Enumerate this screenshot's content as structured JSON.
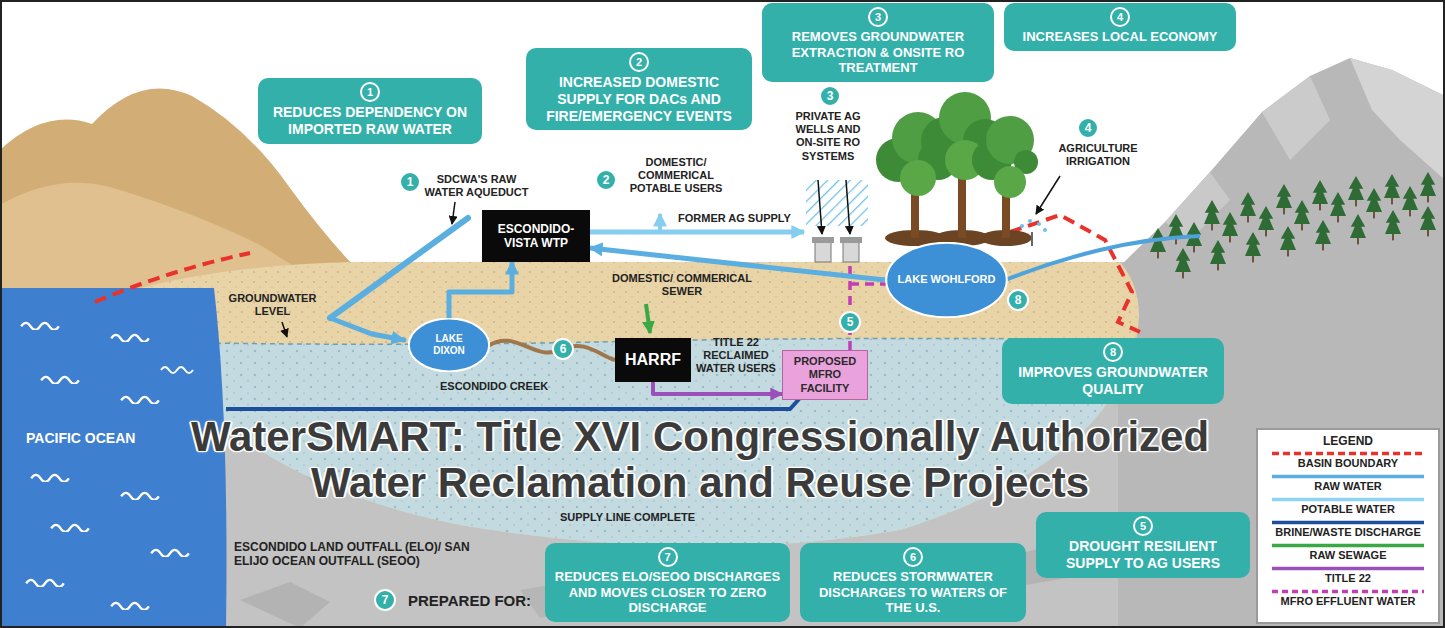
{
  "diagram": {
    "title": "WaterSMART: Title XVI Congressionally Authorized Water Reclamation and Reuse Projects",
    "nodes": [
      {
        "text": [
          "1",
          "REDUCES DEPENDENCY ON IMPORTED RAW WATER"
        ]
      },
      {
        "text": [
          "2",
          "INCREASED DOMESTIC SUPPLY FOR DACs AND FIRE/EMERGENCY EVENTS"
        ]
      },
      {
        "text": [
          "3",
          "REMOVES GROUNDWATER EXTRACTION & ONSITE RO TREATMENT"
        ]
      },
      {
        "text": [
          "4",
          "INCREASES LOCAL ECONOMY"
        ]
      },
      {
        "text": [
          "ESCONDIDO-VISTA WTP"
        ]
      },
      {
        "text": [
          "LAKE DIXON"
        ]
      },
      {
        "text": [
          "HARRF"
        ]
      },
      {
        "text": [
          "PROPOSED MFRO FACILITY"
        ]
      },
      {
        "text": [
          "LAKE WOHLFORD"
        ]
      },
      {
        "text": [
          "8",
          "IMPROVES GROUNDWATER QUALITY"
        ]
      },
      {
        "text": [
          "5",
          "DROUGHT RESILIENT SUPPLY TO AG USERS"
        ]
      },
      {
        "text": [
          "7",
          "REDUCES ELO/SEOO DISCHARGES AND MOVES CLOSER TO ZERO DISCHARGE"
        ]
      },
      {
        "text": [
          "6",
          "REDUCES STORMWATER DISCHARGES TO WATERS OF THE U.S."
        ]
      }
    ],
    "edges": [
      {
        "from": 5,
        "to": 4,
        "arrow": "to"
      },
      {
        "from": 8,
        "to": 4,
        "arrow": "to"
      },
      {
        "from": 6,
        "to": 7,
        "arrow": "to"
      }
    ],
    "labels": [
      "1",
      "SDCWA'S RAW WATER AQUEDUCT",
      "2",
      "DOMESTIC/ COMMERICAL POTABLE USERS",
      "3",
      "PRIVATE AG WELLS AND ON-SITE RO SYSTEMS",
      "4",
      "AGRICULTURE IRRIGATION",
      "FORMER AG SUPPLY",
      "GROUNDWATER LEVEL",
      "DOMESTIC/ COMMERICAL SEWER",
      "6",
      "TITLE 22 RECLAIMED WATER USERS",
      "5",
      "8",
      "PACIFIC OCEAN",
      "ESCONDIDO CREEK",
      "SUPPLY LINE COMPLETE",
      "ESCONDIDO LAND OUTFALL (ELO)/ SAN ELIJO OCEAN OUTFALL (SEOO)",
      "7",
      "PREPARED FOR:",
      "LEGEND"
    ],
    "legend": [
      {
        "text": "BASIN BOUNDARY"
      },
      {
        "text": "RAW WATER"
      },
      {
        "text": "POTABLE WATER"
      },
      {
        "text": "BRINE/WASTE DISCHARGE"
      },
      {
        "text": "RAW SEWAGE"
      },
      {
        "text": "TITLE 22"
      },
      {
        "text": "MFRO EFFLUENT WATER"
      }
    ]
  }
}
